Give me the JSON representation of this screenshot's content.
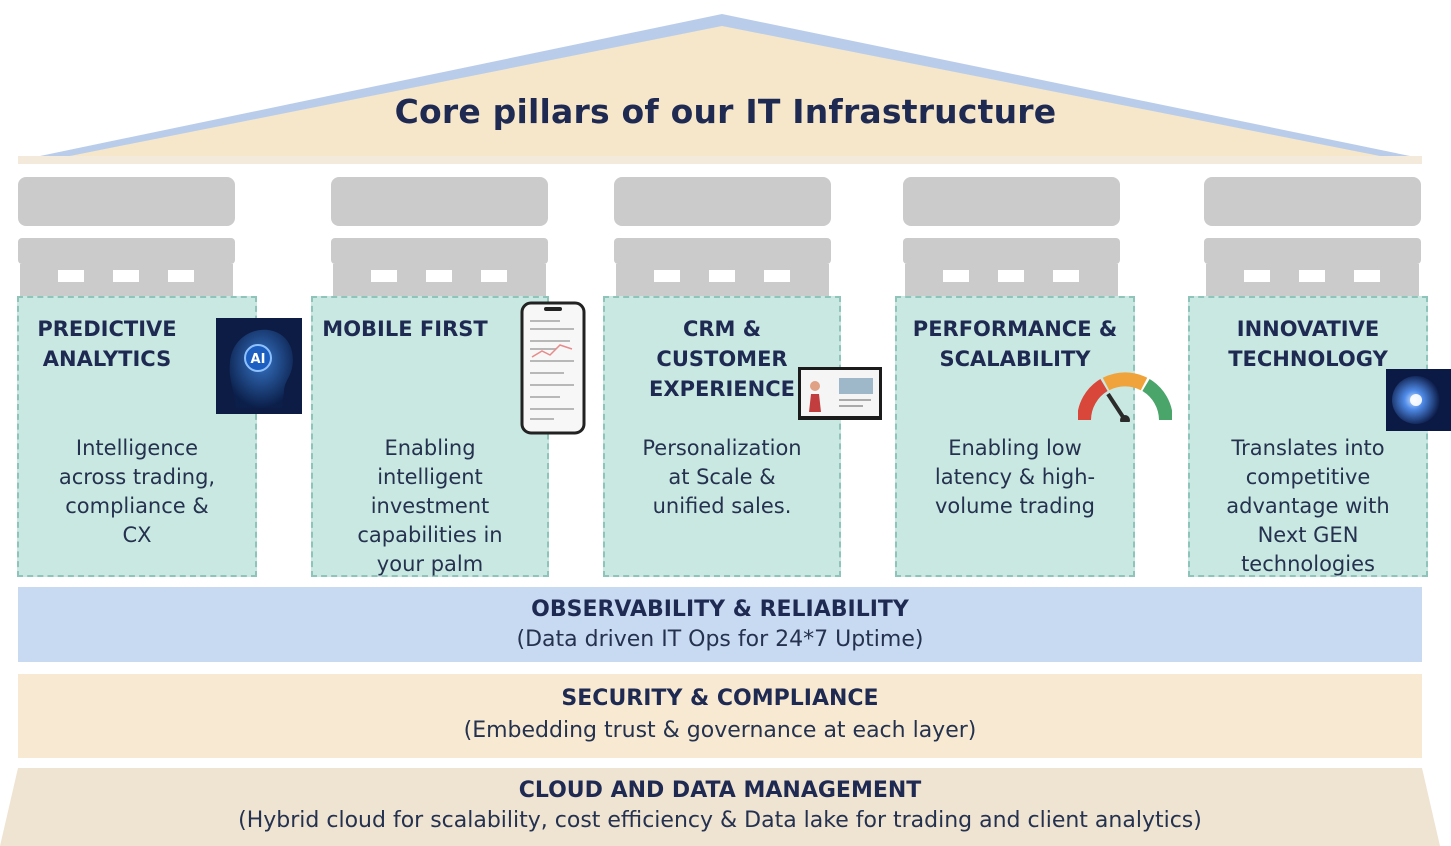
{
  "title": "Core pillars of our IT Infrastructure",
  "pillars": [
    {
      "title_lines": [
        "PREDICTIVE",
        "ANALYTICS"
      ],
      "description_lines": [
        "Intelligence",
        "across trading,",
        "compliance &",
        "CX"
      ],
      "icon": "ai-head-icon",
      "icon_label": "AI"
    },
    {
      "title_lines": [
        "MOBILE FIRST"
      ],
      "description_lines": [
        "Enabling",
        "intelligent",
        "investment",
        "capabilities in",
        "your palm"
      ],
      "icon": "smartphone-icon"
    },
    {
      "title_lines": [
        "CRM &",
        "CUSTOMER",
        "EXPERIENCE"
      ],
      "description_lines": [
        "Personalization",
        "at Scale &",
        "unified sales."
      ],
      "icon": "crm-screen-icon"
    },
    {
      "title_lines": [
        "PERFORMANCE &",
        "SCALABILITY"
      ],
      "description_lines": [
        "Enabling low",
        "latency & high-",
        "volume trading"
      ],
      "icon": "speedometer-icon"
    },
    {
      "title_lines": [
        "INNOVATIVE",
        "TECHNOLOGY"
      ],
      "description_lines": [
        "Translates into",
        "competitive",
        "advantage with",
        "Next GEN",
        "technologies"
      ],
      "icon": "tech-brain-icon"
    }
  ],
  "layers": [
    {
      "title": "OBSERVABILITY & RELIABILITY",
      "subtitle": "(Data driven IT Ops for 24*7 Uptime)",
      "color": "#c8d9f2"
    },
    {
      "title": "SECURITY & COMPLIANCE",
      "subtitle": "(Embedding trust & governance at each layer)",
      "color": "#f8ead2"
    },
    {
      "title": "CLOUD AND DATA MANAGEMENT",
      "subtitle": "(Hybrid cloud for scalability, cost efficiency & Data lake for trading and client analytics)",
      "color": "#efe3d2"
    }
  ],
  "colors": {
    "roof_fill": "#f6e7cb",
    "roof_edge": "#b9cdea",
    "pillar_fill": "#c9e8e2",
    "pillar_border": "#8fc4bb",
    "capital": "#cbcbcb",
    "text_dark": "#1f2a52"
  }
}
